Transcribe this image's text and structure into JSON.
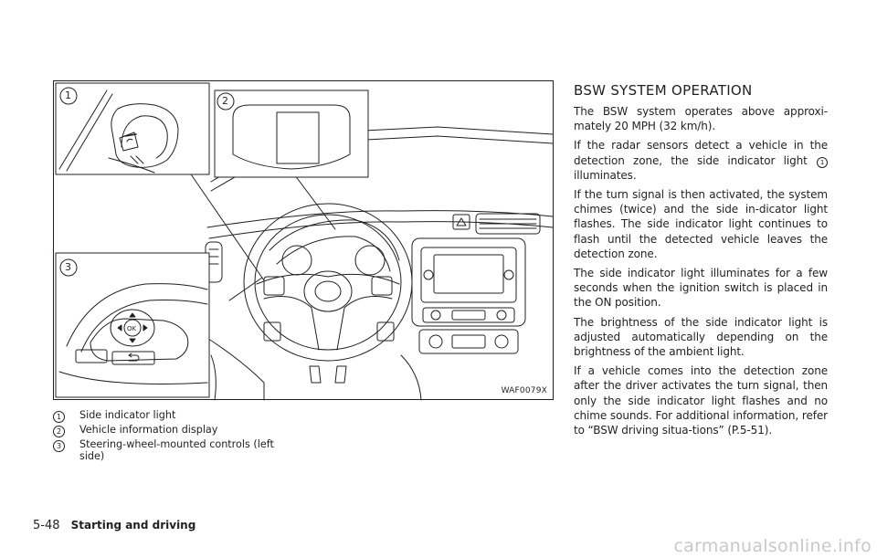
{
  "figure": {
    "code": "WAF0079X",
    "inset_numbers": [
      "1",
      "2",
      "3"
    ],
    "button_label": "OK"
  },
  "captions": [
    {
      "num": "1",
      "text": "Side indicator light"
    },
    {
      "num": "2",
      "text": "Vehicle information display"
    },
    {
      "num": "3",
      "text": "Steering-wheel-mounted controls (left side)"
    }
  ],
  "section": {
    "title": "BSW SYSTEM OPERATION",
    "p1": "The BSW system operates above approxi-mately 20 MPH (32 km/h).",
    "p2_before": "If the radar sensors detect a vehicle in the detection zone, the side indicator light ",
    "p2_ref": "1",
    "p2_after": " illuminates.",
    "p3": "If the turn signal is then activated, the system chimes (twice) and the side in-dicator light flashes. The side indicator light continues to flash until the detected vehicle leaves the detection zone.",
    "p4": "The side indicator light illuminates for a few seconds when the ignition switch is placed in the ON position.",
    "p5": "The brightness of the side indicator light is adjusted automatically depending on the brightness of the ambient light.",
    "p6": "If a vehicle comes into the detection zone after the driver activates the turn signal, then only the side indicator light flashes and no chime sounds. For additional information, refer to “BSW driving situa-tions” (P.5-51)."
  },
  "footer": {
    "page_number": "5-48",
    "section_name": "Starting and driving"
  },
  "watermark": "carmanualsonline.info"
}
